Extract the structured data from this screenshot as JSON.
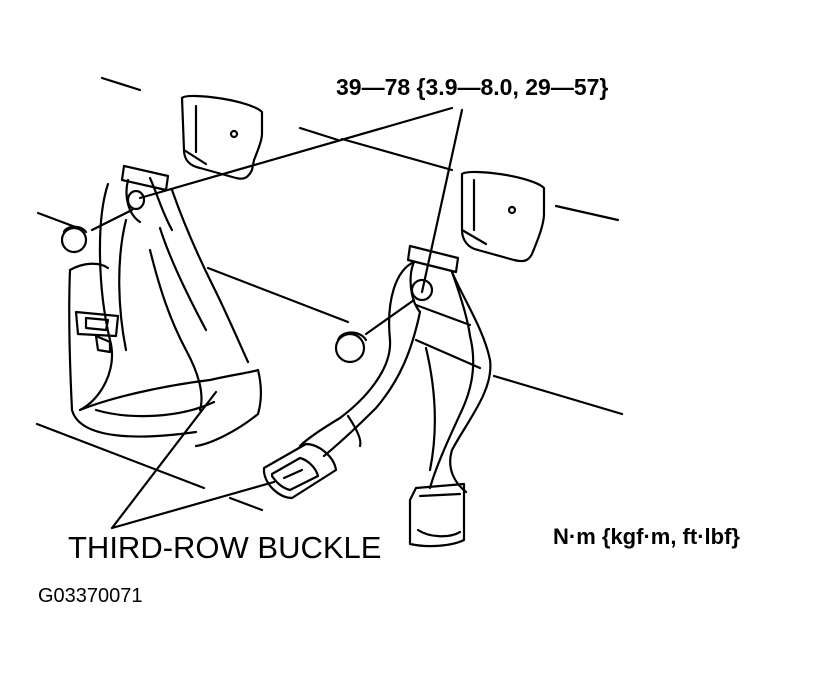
{
  "diagram": {
    "torque_spec": "39—78 {3.9—8.0, 29—57}",
    "unit_legend": "N·m {kgf·m, ft·lbf}",
    "component_label": "THIRD-ROW BUCKLE",
    "figure_code": "G03370071"
  },
  "colors": {
    "ink": "#000000",
    "background": "#ffffff"
  }
}
